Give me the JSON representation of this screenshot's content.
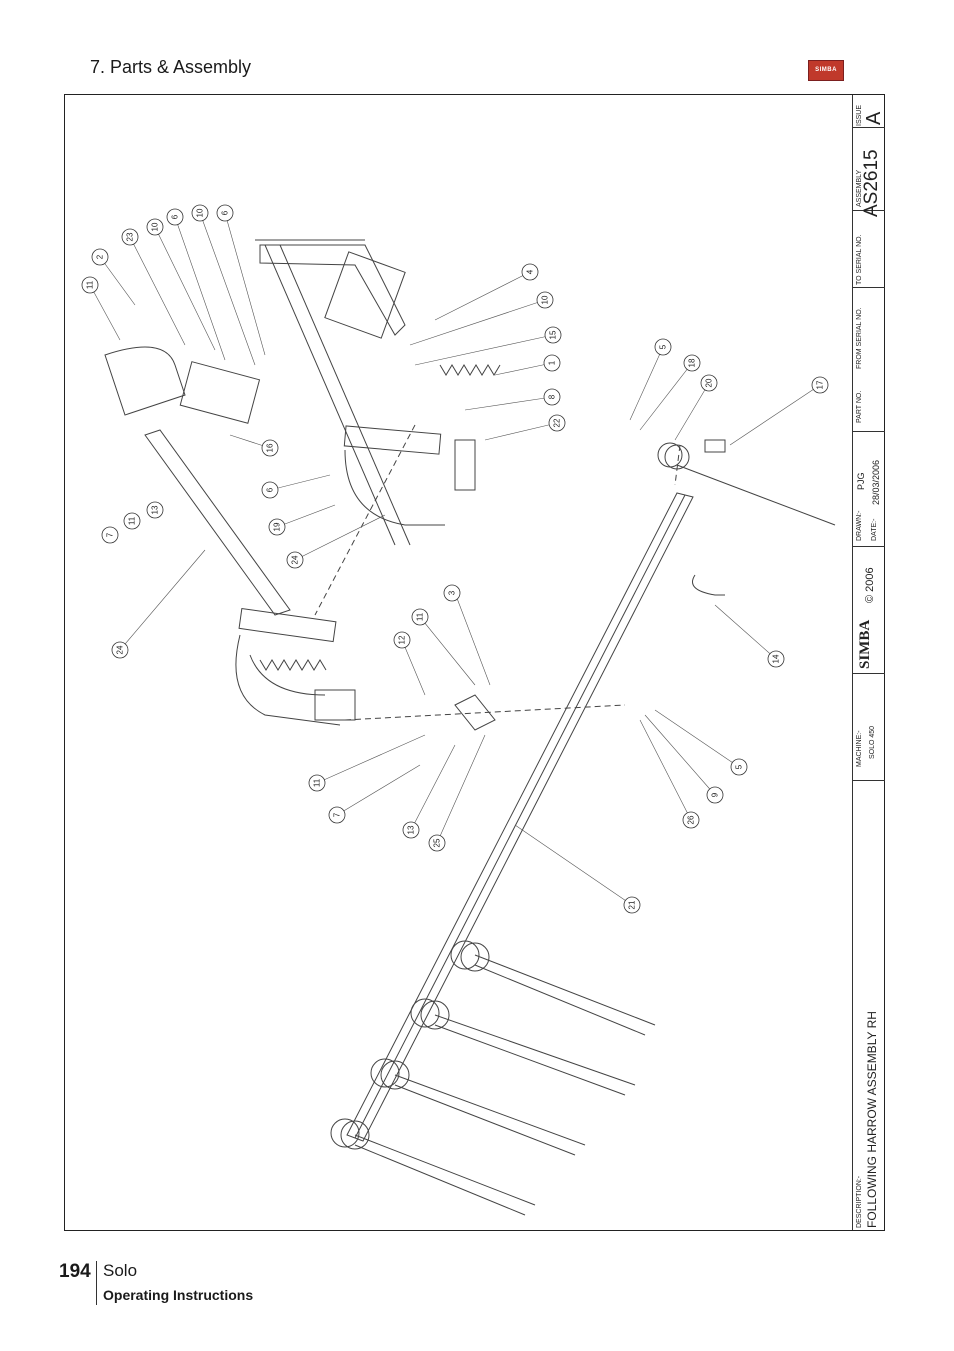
{
  "header": {
    "section_title": "7. Parts & Assembly",
    "brand_logo_text": "SIMBA"
  },
  "title_block": {
    "issue_label": "ISSUE",
    "issue_value": "A",
    "assembly_label": "ASSEMBLY",
    "assembly_value": "AS2615",
    "to_serial_label": "TO SERIAL NO.",
    "from_serial_label": "FROM SERIAL NO.",
    "part_no_label": "PART NO.",
    "drawn_label": "DRAWN:-",
    "drawn_value": "PJG",
    "date_label": "DATE:-",
    "date_value": "28/03/2006",
    "logo_text": "SIMBA",
    "copyright": "© 2006",
    "machine_label": "MACHINE:-",
    "machine_value": "SOLO 450",
    "description_label": "DESCRIPTION:-",
    "description_value": "FOLLOWING HARROW ASSEMBLY RH"
  },
  "callouts": [
    "11",
    "2",
    "23",
    "10",
    "6",
    "10",
    "6",
    "4",
    "10",
    "15",
    "1",
    "8",
    "22",
    "16",
    "6",
    "19",
    "24",
    "7",
    "11",
    "13",
    "24",
    "3",
    "11",
    "12",
    "5",
    "18",
    "20",
    "17",
    "14",
    "5",
    "9",
    "26",
    "11",
    "7",
    "13",
    "25",
    "21"
  ],
  "footer": {
    "page_number": "194",
    "product": "Solo",
    "subtitle": "Operating Instructions"
  }
}
